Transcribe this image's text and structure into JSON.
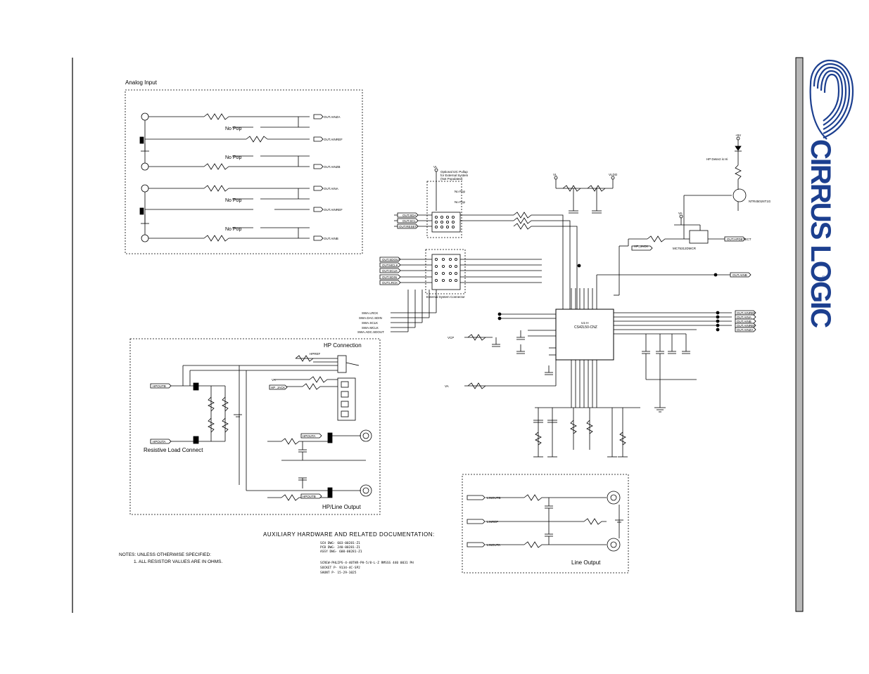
{
  "page": {
    "title": "Schematic sheet"
  },
  "logo": {
    "text": "CIRRUS LOGIC",
    "registered": "®",
    "brand_color": "#1c3f8f"
  },
  "sections": {
    "analog_input": "Analog Input",
    "hp_connection": "HP Connection",
    "resistive_load": "Resistive Load Connect",
    "hp_line_output": "HP/Line Output",
    "line_output": "Line Output"
  },
  "aux": {
    "heading": "AUXILIARY HARDWARE AND RELATED DOCUMENTATION:",
    "lines": [
      "SCH DWG- 603-00281-Z1",
      "PCB DWG- 240-00281-Z1",
      "ASSY DWG- 600-00281-Z1",
      "SCREW-PHLIPS-4-40THR-PH-5/8-L-Z RMSSS 440 0031 PH",
      "SOCKET P- 9134-4C-SP2",
      "SHUNT P- 15-29-1025"
    ]
  },
  "notes": {
    "heading": "NOTES: UNLESS OTHERWISE SPECIFIED:",
    "items": [
      "1. ALL RESISTOR VALUES ARE IN OHMS."
    ]
  },
  "chip": {
    "name": "CS42L50-CNZ",
    "ref": "U1-H"
  },
  "annotations": {
    "i2c_pullup": [
      "Optional I2C Pullup",
      "for External System",
      "(Not Populated)"
    ],
    "ext_connector": "External System Connector",
    "hp_detect": "HP Detect is Hi",
    "transistor": "NTR4501NT1G",
    "jack_switch": "MC75312DMCR",
    "no_pop": "No Pop",
    "no_pop_r": "No Pop"
  },
  "analog_input_nets": [
    "OUT.AINZA",
    "OUT.AINREF",
    "OUT.AINZB",
    "OUT.AINA",
    "OUT.AINREF",
    "OUT.AINB"
  ],
  "left_nets": [
    "OUT.SDA",
    "OUT.SCL",
    "OUT.RESET",
    "OUT.SDOUT",
    "OUT.MCLK",
    "OUT.SCLK",
    "OUT.SDIN",
    "OUT.LRCK"
  ],
  "swa_nets": [
    "SWA.LRCK",
    "SWA.DAC.SDIN",
    "SWA.SCLK",
    "SWA.MCLK",
    "SWA.ADC.SDOUT"
  ],
  "right_nets": [
    "OUT.AINREF",
    "OUT.AINA",
    "OUT.AINB",
    "OUT.AINREF",
    "OUT.AINZA"
  ],
  "hp_nets": [
    "HPOUTB",
    "HPOUTA",
    "HPREF",
    "HP_JACK"
  ],
  "line_nets": [
    "LINOUTB",
    "LINREF",
    "LINOUTA"
  ],
  "supply_nets": [
    "VL",
    "VLDO",
    "+5V",
    "VA",
    "VCP"
  ],
  "top_right_nets": [
    "OUT.HPDETECT",
    "HP_JACK",
    "OUT.AINB"
  ]
}
